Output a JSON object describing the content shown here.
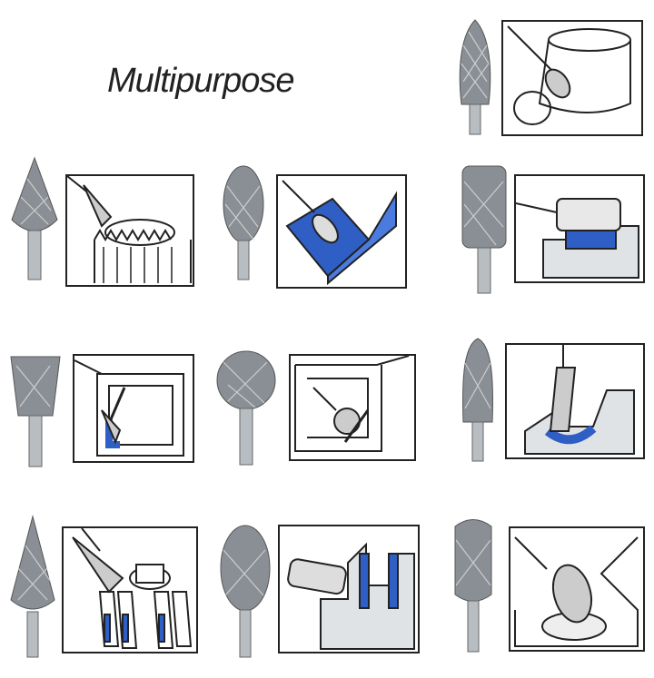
{
  "title": "Multipurpose",
  "colors": {
    "accent": "#2f5fc4",
    "metal": "#9aa0a6",
    "line": "#222222"
  },
  "items": [
    {
      "shape": "tree-pointed",
      "application": "deburring-vessel"
    },
    {
      "shape": "pointed",
      "application": "gear-teeth"
    },
    {
      "shape": "oval",
      "application": "inside-corner"
    },
    {
      "shape": "cylinder",
      "application": "slot-groove"
    },
    {
      "shape": "inverted-cone",
      "application": "inner-frame"
    },
    {
      "shape": "ball",
      "application": "inner-channel"
    },
    {
      "shape": "tree-round",
      "application": "weld-groove"
    },
    {
      "shape": "pointed",
      "application": "fin-cleanup"
    },
    {
      "shape": "egg",
      "application": "rail-groove"
    },
    {
      "shape": "oval",
      "application": "bowl-hollow"
    }
  ]
}
